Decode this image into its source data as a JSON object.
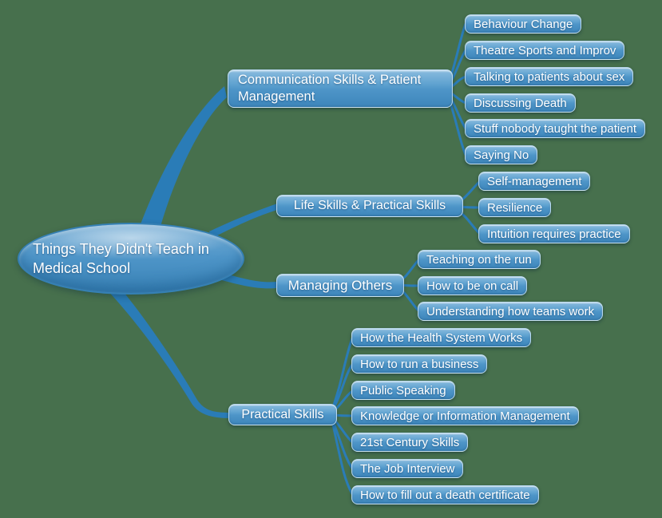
{
  "colors": {
    "background": "#47704d",
    "line": "#2a7cb7",
    "node-top": "#82b7dc",
    "node-mid": "#4e95c8",
    "node-bottom": "#3d86bb",
    "text": "#ffffff"
  },
  "root": {
    "label": "Things They Didn't Teach in Medical School"
  },
  "branches": [
    {
      "label": "Communication Skills & Patient Management",
      "children": [
        "Behaviour Change",
        "Theatre Sports and Improv",
        "Talking to patients about sex",
        "Discussing Death",
        "Stuff nobody taught the patient",
        "Saying No"
      ]
    },
    {
      "label": "Life Skills & Practical Skills",
      "children": [
        "Self-management",
        "Resilience",
        "Intuition requires practice"
      ]
    },
    {
      "label": "Managing Others",
      "children": [
        "Teaching on the run",
        "How to be on call",
        "Understanding how teams work"
      ]
    },
    {
      "label": "Practical Skills",
      "children": [
        "How the Health System Works",
        "How to run a business",
        "Public Speaking",
        "Knowledge or Information Management",
        "21st Century Skills",
        "The Job Interview",
        "How to fill out a death certificate"
      ]
    }
  ]
}
